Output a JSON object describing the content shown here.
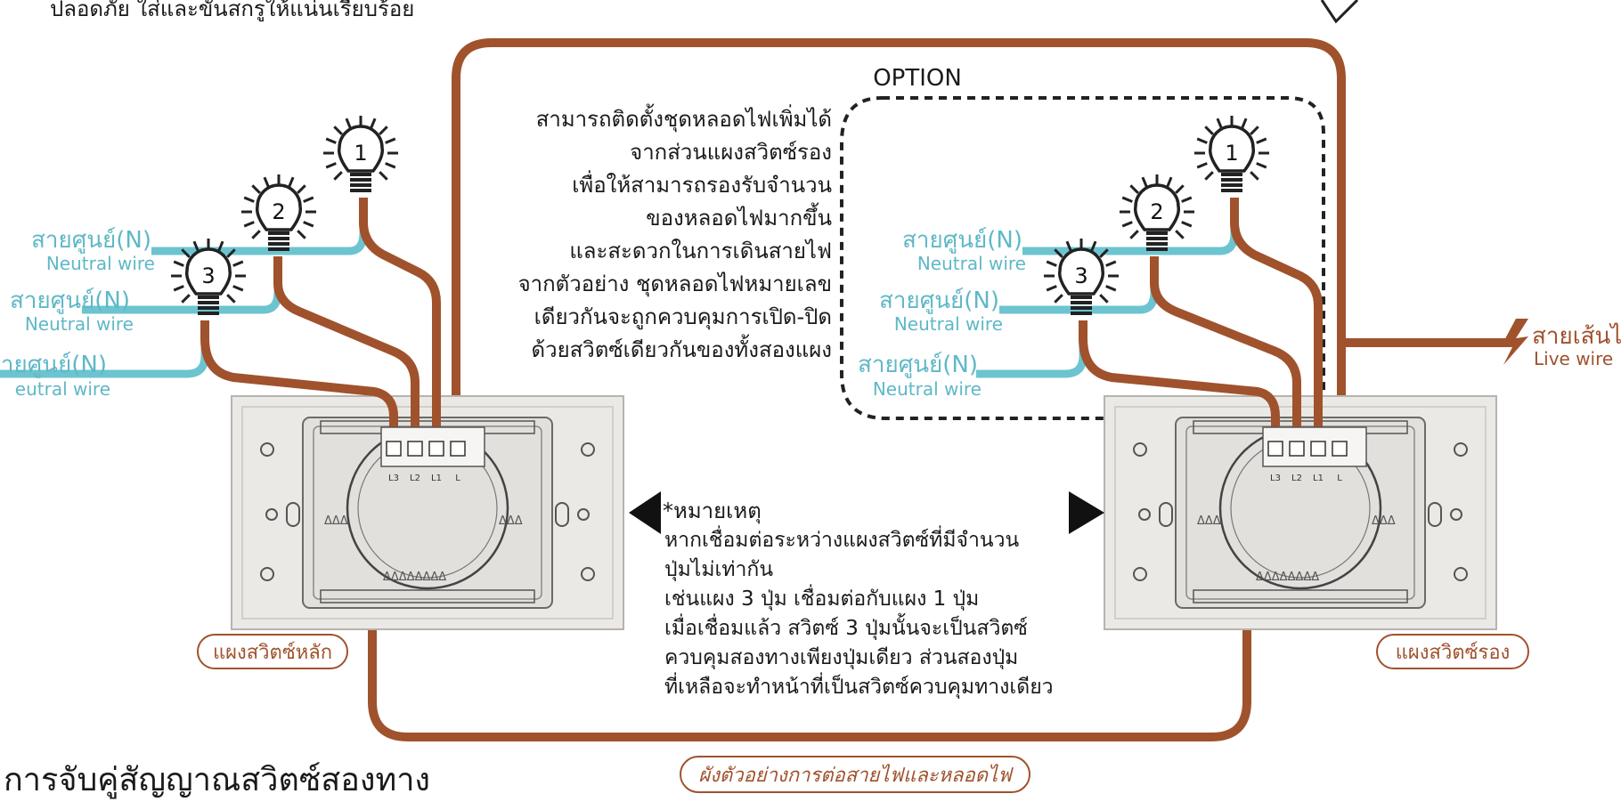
{
  "header_cut_text": "ปลอดภัย ใส่และขันสกรูให้แน่นเรียบร้อย",
  "option": {
    "label": "OPTION",
    "description": [
      "สามารถติดตั้งชุดหลอดไฟเพิ่มได้",
      "จากส่วนแผงสวิตซ์รอง",
      "เพื่อให้สามารถรองรับจำนวน",
      "ของหลอดไฟมากขึ้น",
      "และสะดวกในการเดินสายไฟ",
      "จากตัวอย่าง ชุดหลอดไฟหมายเลข",
      "เดียวกันจะถูกควบคุมการเปิด-ปิด",
      "ด้วยสวิตซ์เดียวกันของทั้งสองแผง"
    ]
  },
  "left_wires": [
    {
      "thai": "สายศูนย์(N)",
      "en": "Neutral wire"
    },
    {
      "thai": "สายศูนย์(N)",
      "en": "Neutral wire"
    },
    {
      "thai": "ายศูนย์(N)",
      "en": "eutral wire"
    }
  ],
  "right_wires": [
    {
      "thai": "สายศูนย์(N)",
      "en": "Neutral wire"
    },
    {
      "thai": "สายศูนย์(N)",
      "en": "Neutral wire"
    },
    {
      "thai": "สายศูนย์(N)",
      "en": "Neutral wire"
    }
  ],
  "live": {
    "thai": "สายเส้นไฟ",
    "en": "Live wire"
  },
  "bulbs": [
    "1",
    "2",
    "3"
  ],
  "terminals": [
    "L3",
    "L2",
    "L1",
    "L"
  ],
  "note": {
    "title": "*หมายเหตุ",
    "lines": [
      "หากเชื่อมต่อระหว่างแผงสวิตซ์ที่มีจำนวน",
      "ปุ่มไม่เท่ากัน",
      "เช่นแผง 3 ปุ่ม เชื่อมต่อกับแผง 1 ปุ่ม",
      "เมื่อเชื่อมแล้ว สวิตซ์ 3 ปุ่มนั้นจะเป็นสวิตซ์",
      "ควบคุมสองทางเพียงปุ่มเดียว ส่วนสองปุ่ม",
      "ที่เหลือจะทำหน้าที่เป็นสวิตซ์ควบคุมทางเดียว"
    ]
  },
  "labels": {
    "main_panel": "แผงสวิตซ์หลัก",
    "sub_panel": "แผงสวิตซ์รอง",
    "diagram_caption": "ผังตัวอย่างการต่อสายไฟและหลอดไฟ",
    "footer_title": "การจับคู่สัญญาณสวิตซ์สองทาง"
  },
  "colors": {
    "brown_wire": "#a0522d",
    "neutral_wire": "#6cc4d0",
    "panel": "#ebe9e6",
    "text": "#1a1a1a",
    "brown_text": "#a0522d"
  }
}
